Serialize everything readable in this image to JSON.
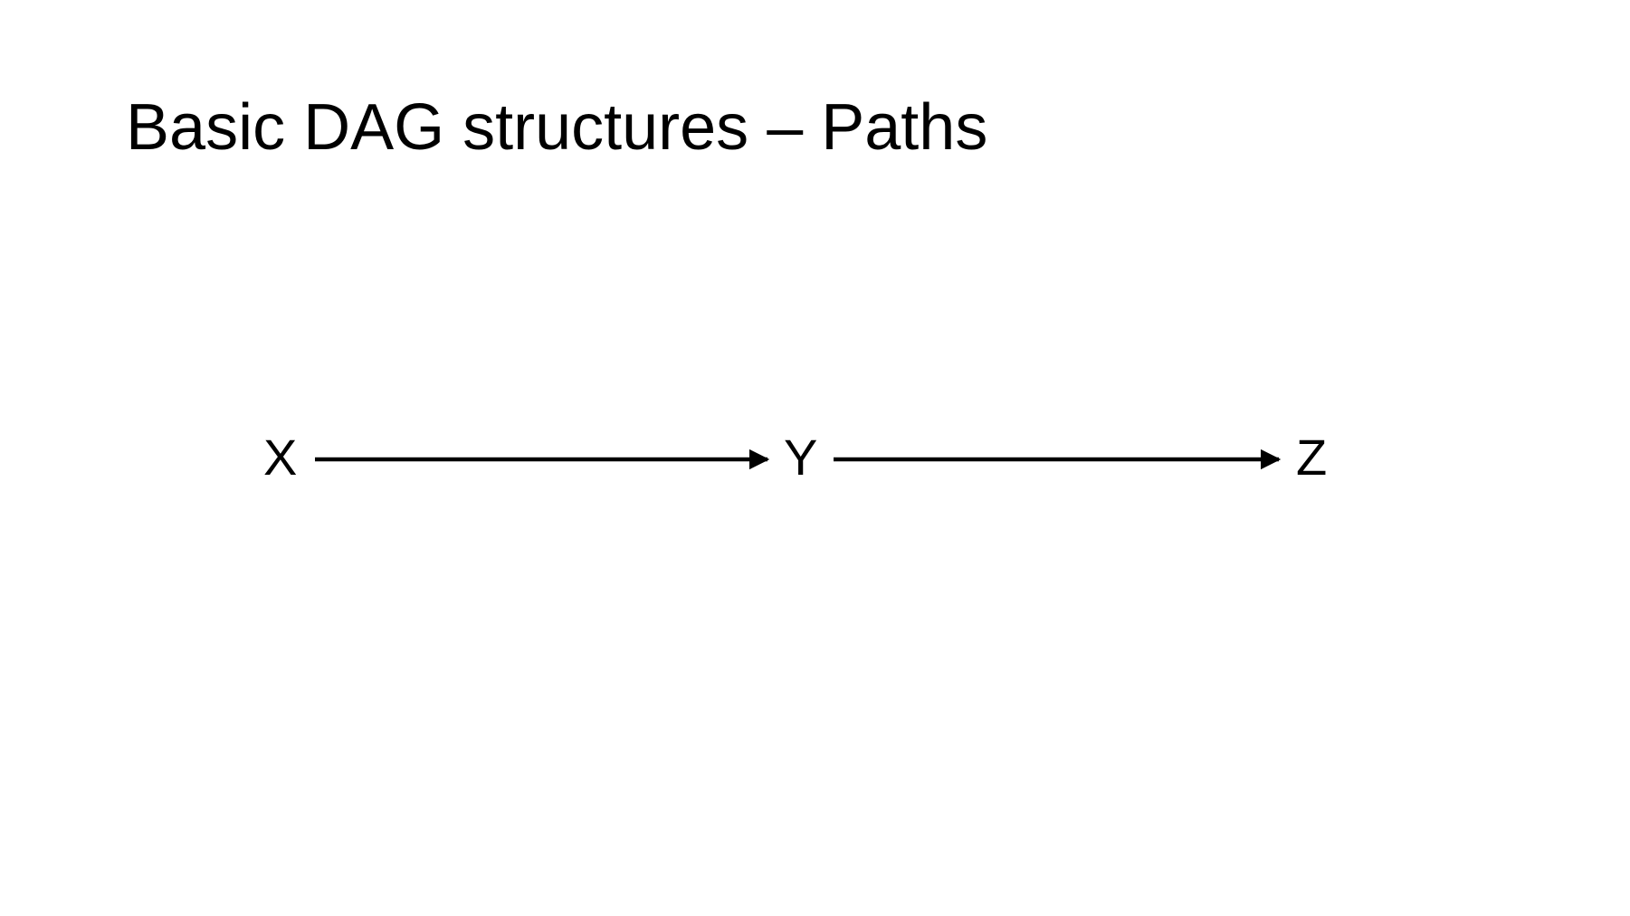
{
  "slide": {
    "title": "Basic DAG structures – Paths"
  },
  "diagram": {
    "nodes": [
      {
        "id": "X",
        "label": "X"
      },
      {
        "id": "Y",
        "label": "Y"
      },
      {
        "id": "Z",
        "label": "Z"
      }
    ],
    "edges": [
      {
        "from": "X",
        "to": "Y"
      },
      {
        "from": "Y",
        "to": "Z"
      }
    ],
    "colors": {
      "background": "#ffffff",
      "ink": "#000000"
    }
  }
}
